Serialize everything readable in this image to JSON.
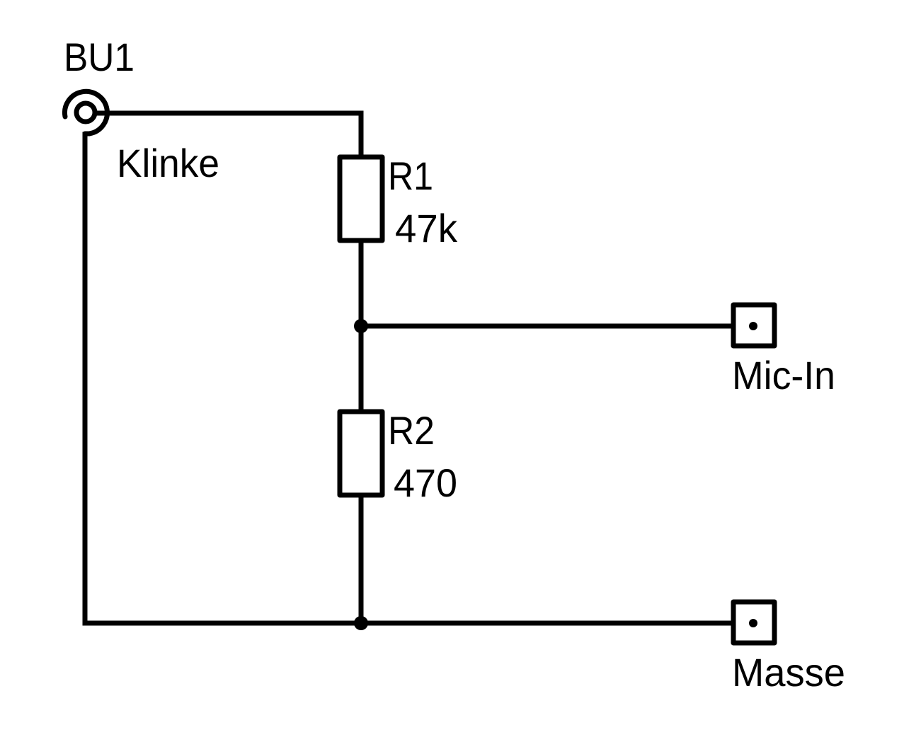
{
  "schematic": {
    "connector": {
      "ref": "BU1",
      "value": "Klinke",
      "symbol": "jack-socket-icon"
    },
    "resistors": [
      {
        "ref": "R1",
        "value": "47k"
      },
      {
        "ref": "R2",
        "value": "470"
      }
    ],
    "pads": [
      {
        "label": "Mic-In"
      },
      {
        "label": "Masse"
      }
    ],
    "colors": {
      "line": "#000000",
      "background": "#ffffff"
    }
  }
}
